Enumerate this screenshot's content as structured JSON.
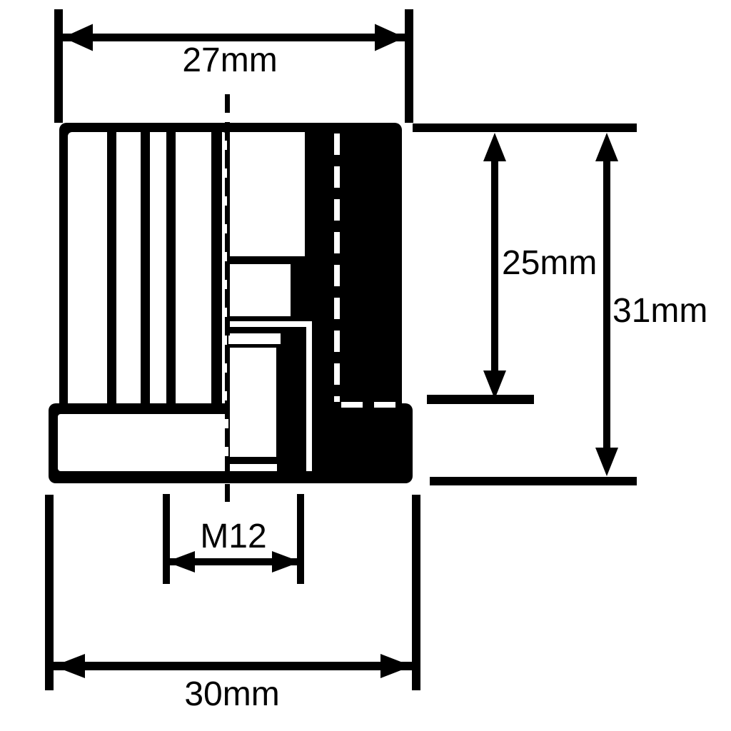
{
  "diagram": {
    "description": "Technical dimension drawing of an M12 threaded round-tube insert, half external view with ribs, half cross-section",
    "colors": {
      "ink": "#000000",
      "background": "#ffffff",
      "section_fill": "#000000"
    },
    "dimensions": {
      "top_width": {
        "label": "27mm"
      },
      "insert_depth": {
        "label": "25mm"
      },
      "overall_height": {
        "label": "31mm"
      },
      "thread_size": {
        "label": "M12"
      },
      "flange_width": {
        "label": "30mm"
      }
    }
  }
}
